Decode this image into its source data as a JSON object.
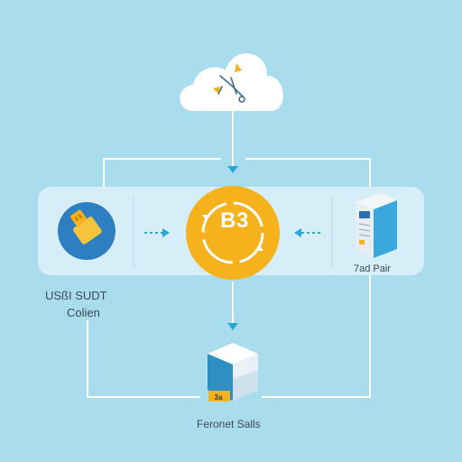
{
  "nodes": {
    "left_label_line1": "USßI SUDT",
    "left_label_line2": "Colien",
    "center_symbol": "B3",
    "right_label": "7ad Pair",
    "bottom_label": "Feronet Salls",
    "bottom_box_text": "3a"
  },
  "icons": {
    "cloud": "cloud-icon",
    "usb": "usb-token-icon",
    "center": "exchange-coin-icon",
    "device": "hardware-device-icon",
    "server": "server-stack-icon"
  },
  "colors": {
    "background": "#a9dcec",
    "panel": "#d6eef7",
    "accent_orange": "#f5b21c",
    "accent_blue": "#2aa7d6",
    "line": "#ffffff"
  }
}
